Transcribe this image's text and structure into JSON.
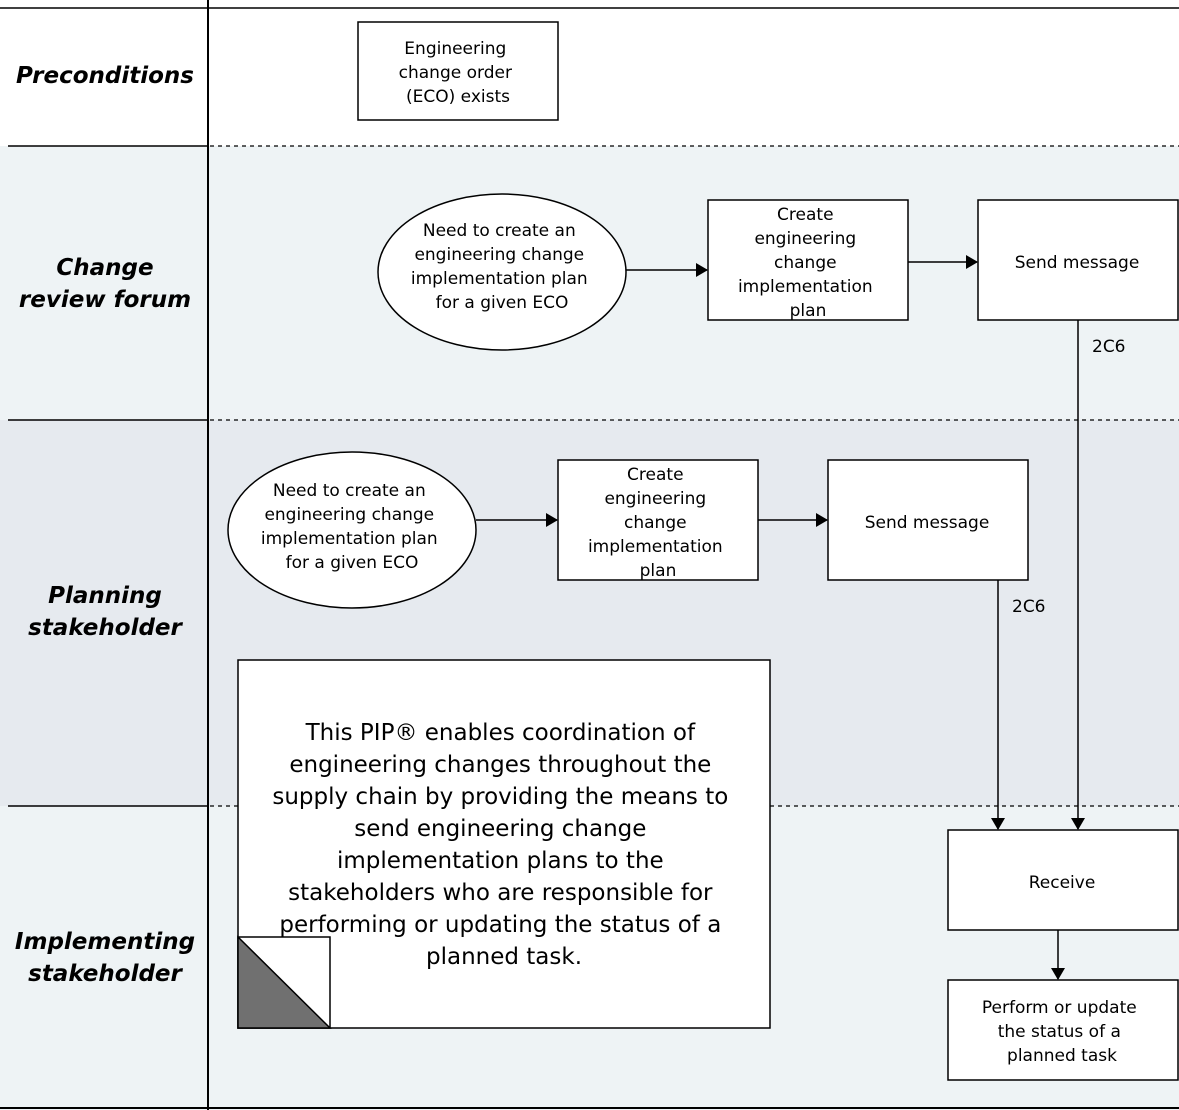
{
  "lanes": {
    "preconditions": [
      "Preconditions"
    ],
    "change_review_forum": [
      "Change",
      "review forum"
    ],
    "planning_stakeholder": [
      "Planning",
      "stakeholder"
    ],
    "implementing_stakeholder": [
      "Implementing",
      "stakeholder"
    ]
  },
  "preconditions": {
    "eco_box": [
      "Engineering",
      "change order",
      "(ECO) exists"
    ]
  },
  "change_review_forum": {
    "need_event": [
      "Need to create an",
      "engineering change",
      "implementation plan",
      "for a given ECO"
    ],
    "create_plan": [
      "Create",
      "engineering",
      "change",
      "implementation",
      "plan"
    ],
    "send_message": [
      "Send message"
    ],
    "message_code": "2C6"
  },
  "planning_stakeholder": {
    "need_event": [
      "Need to create an",
      "engineering change",
      "implementation plan",
      "for a given ECO"
    ],
    "create_plan": [
      "Create",
      "engineering",
      "change",
      "implementation",
      "plan"
    ],
    "send_message": [
      "Send message"
    ],
    "message_code": "2C6"
  },
  "implementing_stakeholder": {
    "receive": [
      "Receive"
    ],
    "perform_update": [
      "Perform or update",
      "the status of a",
      "planned task"
    ]
  },
  "note": {
    "lines": [
      "This PIP® enables coordination of",
      "engineering changes throughout the",
      "supply chain by providing the means to",
      "send engineering change",
      "implementation plans to the",
      "stakeholders who are responsible for",
      "performing or updating the status of a",
      "planned task."
    ]
  },
  "colors": {
    "lane_change_review": "#eef3f5",
    "lane_planning": "#e6eaef",
    "lane_implementing": "#eef3f5",
    "line": "#000000",
    "note_fold": "#707070"
  }
}
